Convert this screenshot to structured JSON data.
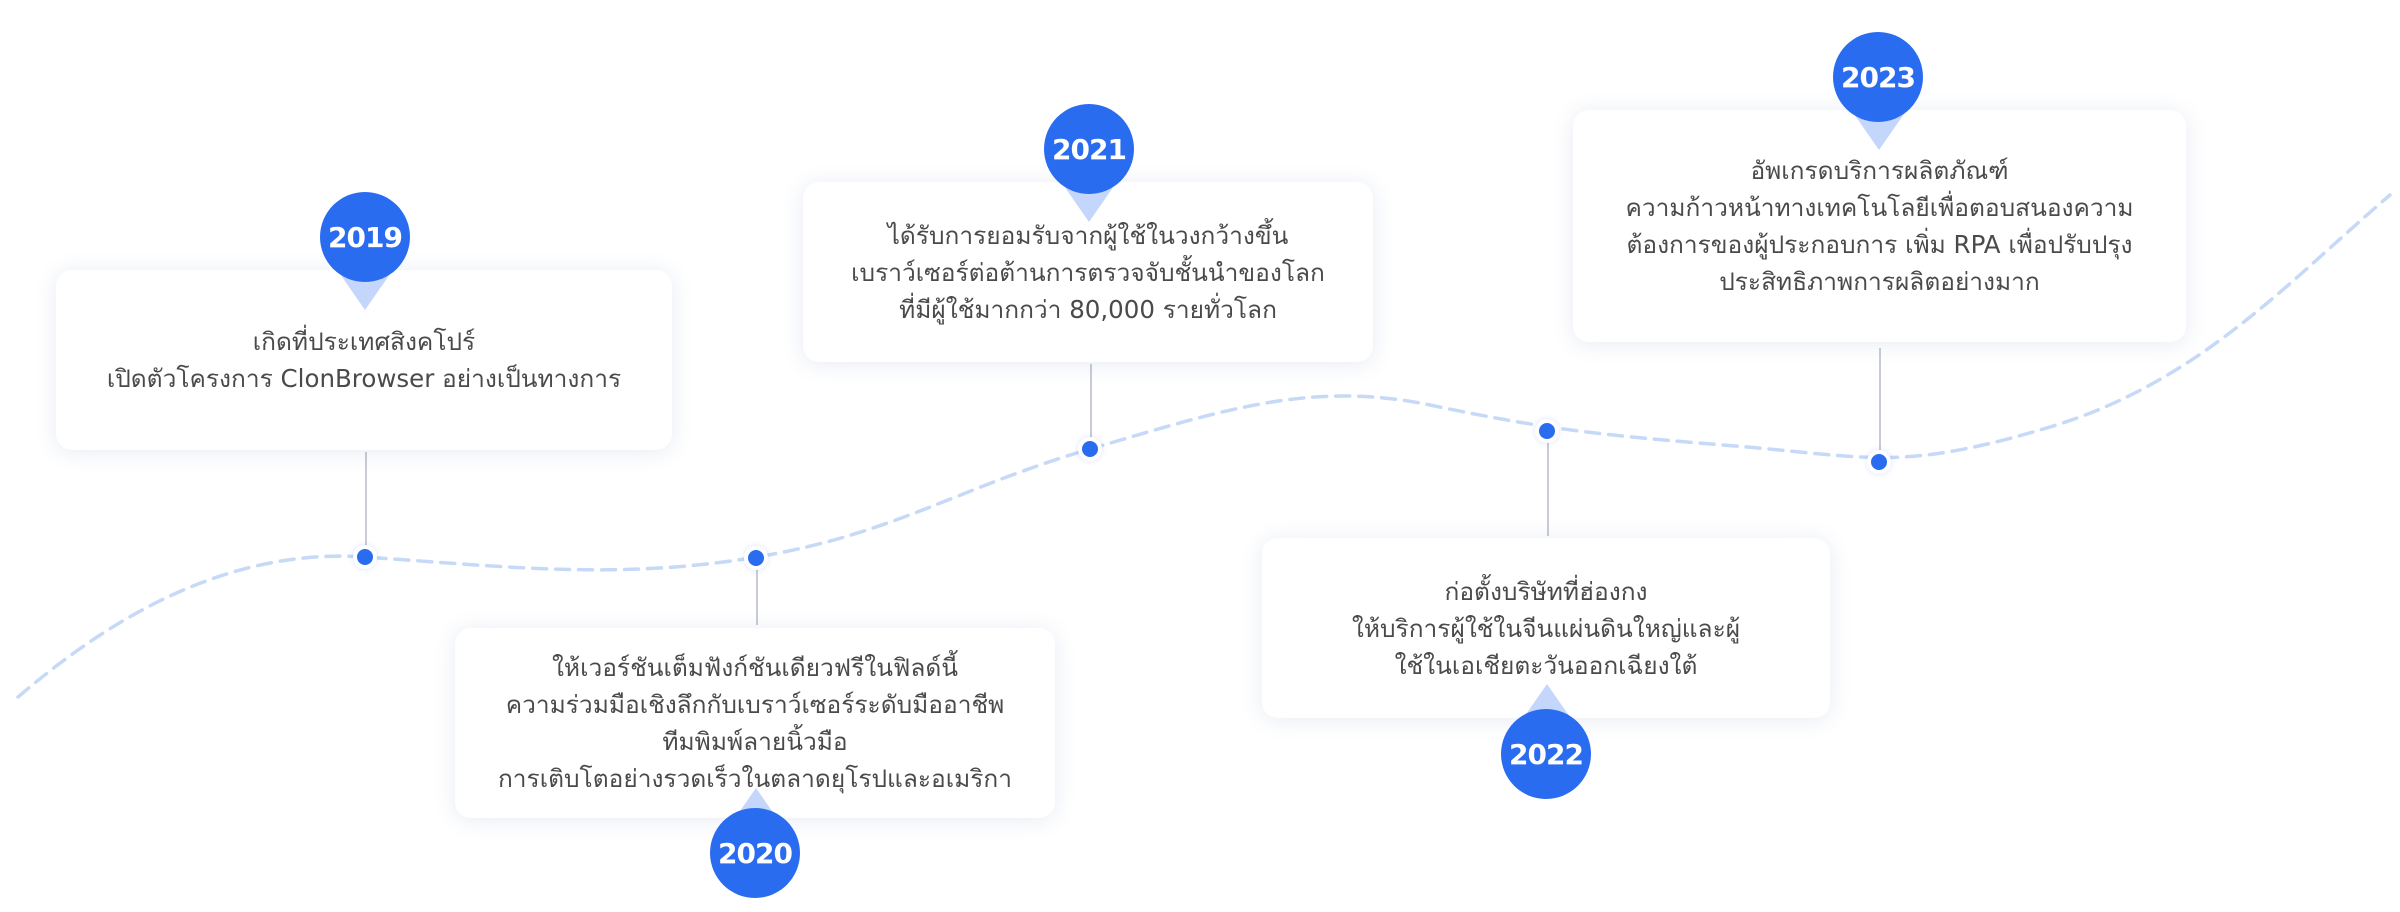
{
  "colors": {
    "accent": "#2a6cf0",
    "curve": "#c6d9f7",
    "text": "#4a4a4a",
    "stem": "#c9ccd6"
  },
  "milestones": [
    {
      "year": "2019",
      "lines": [
        "เกิดที่ประเทศสิงคโปร์",
        "เปิดตัวโครงการ ClonBrowser อย่างเป็นทางการ"
      ]
    },
    {
      "year": "2020",
      "lines": [
        "ให้เวอร์ชันเต็มฟังก์ชันเดียวฟรีในฟิลด์นี้",
        "ความร่วมมือเชิงลึกกับเบราว์เซอร์ระดับมืออาชีพ",
        "ทีมพิมพ์ลายนิ้วมือ",
        "การเติบโตอย่างรวดเร็วในตลาดยุโรปและอเมริกา"
      ]
    },
    {
      "year": "2021",
      "lines": [
        "ได้รับการยอมรับจากผู้ใช้ในวงกว้างขึ้น",
        "เบราว์เซอร์ต่อต้านการตรวจจับชั้นนำของโลก",
        "ที่มีผู้ใช้มากกว่า 80,000 รายทั่วโลก"
      ]
    },
    {
      "year": "2022",
      "lines": [
        "ก่อตั้งบริษัทที่ฮ่องกง",
        "ให้บริการผู้ใช้ในจีนแผ่นดินใหญ่และผู้",
        "ใช้ในเอเชียตะวันออกเฉียงใต้"
      ]
    },
    {
      "year": "2023",
      "lines": [
        "อัพเกรดบริการผลิตภัณฑ์",
        "ความก้าวหน้าทางเทคโนโลยีเพื่อตอบสนองความ",
        "ต้องการของผู้ประกอบการ เพิ่ม RPA เพื่อปรับปรุง",
        "ประสิทธิภาพการผลิตอย่างมาก"
      ]
    }
  ]
}
